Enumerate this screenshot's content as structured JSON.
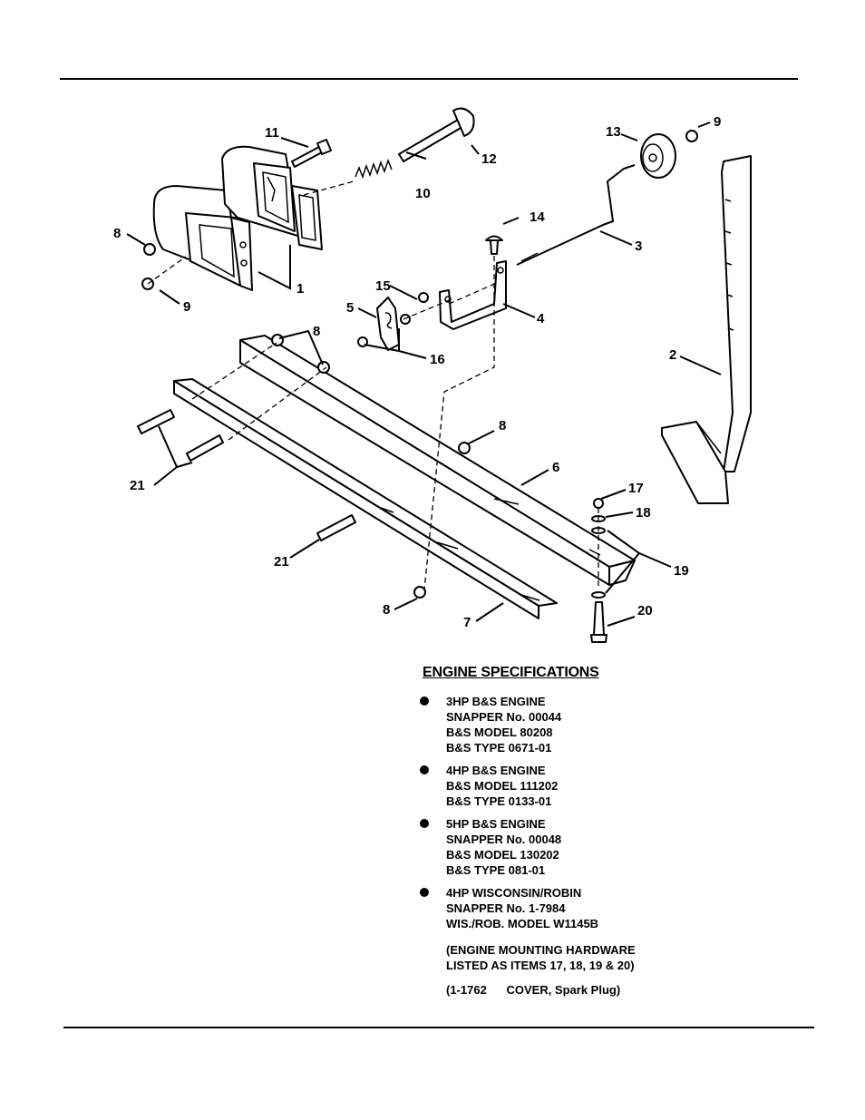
{
  "callouts": [
    "1",
    "2",
    "3",
    "4",
    "5",
    "6",
    "7",
    "8",
    "8",
    "8",
    "8",
    "9",
    "9",
    "10",
    "11",
    "12",
    "13",
    "14",
    "15",
    "16",
    "17",
    "18",
    "19",
    "20",
    "21",
    "21"
  ],
  "specs": {
    "title": "ENGINE SPECIFICATIONS",
    "engines": [
      {
        "lines": [
          "3HP B&S ENGINE",
          "SNAPPER No. 00044",
          "B&S MODEL 80208",
          "B&S TYPE 0671-01"
        ]
      },
      {
        "lines": [
          "4HP B&S ENGINE",
          "B&S MODEL 111202",
          "B&S TYPE 0133-01"
        ]
      },
      {
        "lines": [
          "5HP B&S ENGINE",
          "SNAPPER No. 00048",
          "B&S MODEL 130202",
          "B&S TYPE 081-01"
        ]
      },
      {
        "lines": [
          "4HP WISCONSIN/ROBIN",
          "SNAPPER No. 1-7984",
          "WIS./ROB. MODEL W1145B"
        ]
      }
    ],
    "note_lines": [
      "(ENGINE MOUNTING HARDWARE",
      "LISTED AS ITEMS 17, 18, 19 & 20)"
    ],
    "cover_note": "(1-1762      COVER, Spark Plug)"
  }
}
